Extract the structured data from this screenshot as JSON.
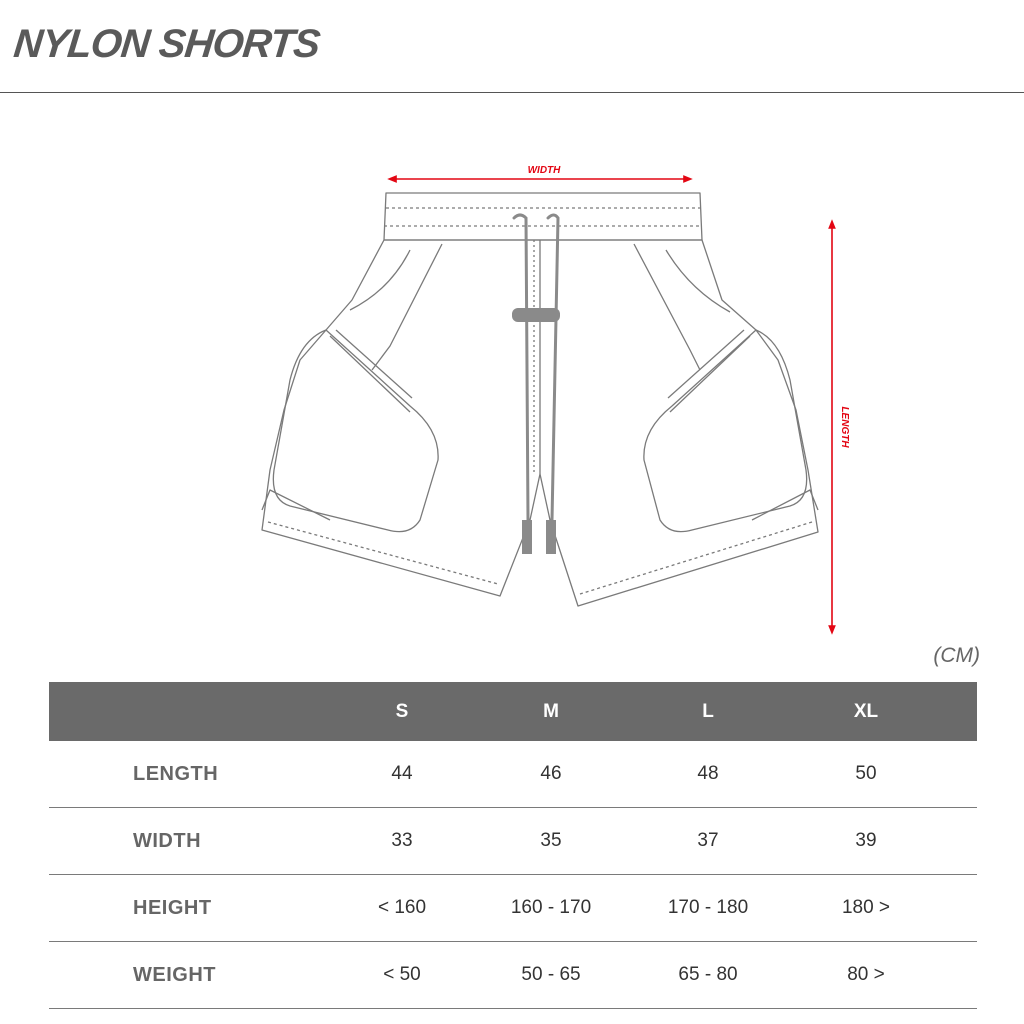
{
  "title": "NYLON SHORTS",
  "diagram": {
    "width_label": "WIDTH",
    "length_label": "LENGTH"
  },
  "unit_label": "(CM)",
  "table": {
    "headers": [
      "",
      "S",
      "M",
      "L",
      "XL"
    ],
    "rows": [
      {
        "label": "LENGTH",
        "values": [
          "44",
          "46",
          "48",
          "50"
        ]
      },
      {
        "label": "WIDTH",
        "values": [
          "33",
          "35",
          "37",
          "39"
        ]
      },
      {
        "label": "HEIGHT",
        "values": [
          "< 160",
          "160 - 170",
          "170 - 180",
          "180 >"
        ]
      },
      {
        "label": "WEIGHT",
        "values": [
          "< 50",
          "50 - 65",
          "65 - 80",
          "80 >"
        ]
      }
    ]
  },
  "colors": {
    "accent": "#e30613",
    "header_bg": "#6a6a6a",
    "line": "#777777"
  }
}
